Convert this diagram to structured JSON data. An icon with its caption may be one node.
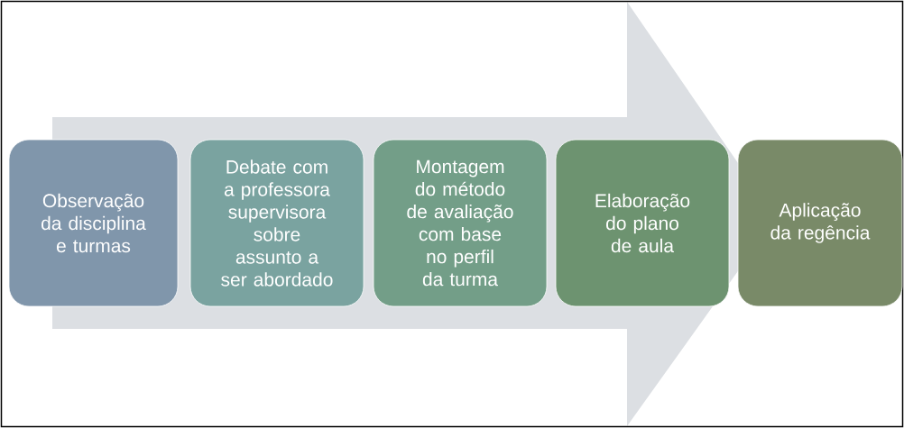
{
  "diagram": {
    "nodes": [
      {
        "text": [
          "Observação da disciplina e turmas"
        ]
      },
      {
        "text": [
          "Debate com a professora supervisora sobre assunto a ser abordado"
        ]
      },
      {
        "text": [
          "Montagem do método de avaliação com base no perfil da turma"
        ]
      },
      {
        "text": [
          "Elaboração do plano de aula"
        ]
      },
      {
        "text": [
          "Aplicação da regência"
        ]
      }
    ],
    "edges": [
      {
        "from": 0,
        "to": 4,
        "arrow": "to"
      }
    ]
  }
}
